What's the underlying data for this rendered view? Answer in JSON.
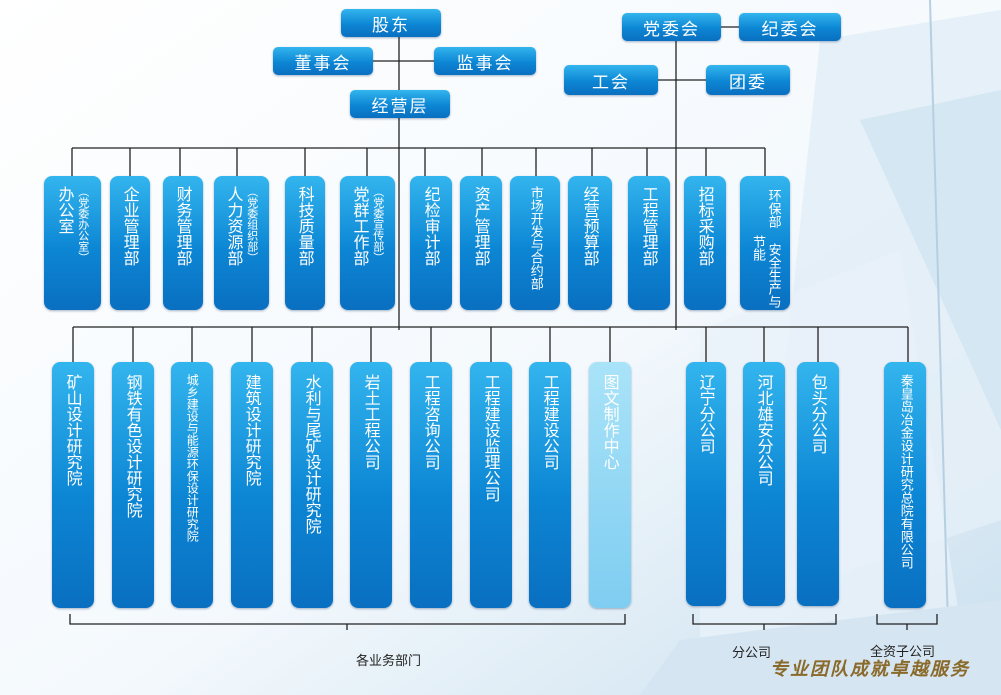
{
  "top": {
    "shareholders": "股东",
    "board": "董事会",
    "supervisors": "监事会",
    "management": "经营层",
    "party_committee": "党委会",
    "discipline_committee": "纪委会",
    "union": "工会",
    "youth_league": "团委"
  },
  "departments": [
    {
      "name": "办公室",
      "sub": "（党委办公室）"
    },
    {
      "name": "企业管理部",
      "sub": ""
    },
    {
      "name": "财务管理部",
      "sub": ""
    },
    {
      "name": "人力资源部",
      "sub": "（党委组织部）"
    },
    {
      "name": "科技质量部",
      "sub": ""
    },
    {
      "name": "党群工作部",
      "sub": "（党委宣传部）"
    },
    {
      "name": "纪检审计部",
      "sub": ""
    },
    {
      "name": "资产管理部",
      "sub": ""
    },
    {
      "name": "",
      "sub": "市场开发与合约部"
    },
    {
      "name": "经营预算部",
      "sub": ""
    },
    {
      "name": "工程管理部",
      "sub": ""
    },
    {
      "name": "招标采购部",
      "sub": ""
    },
    {
      "name": "",
      "sub": "环保部 安全生产与节能"
    }
  ],
  "business_units": [
    "矿山设计研究院",
    "钢铁有色设计研究院",
    "城乡建设与能源环保设计研究院",
    "建筑设计研究院",
    "水利与尾矿设计研究院",
    "岩土工程公司",
    "工程咨询公司",
    "工程建设监理公司",
    "工程建设公司",
    "图文制作中心"
  ],
  "branches": [
    "辽宁分公司",
    "河北雄安分公司",
    "包头分公司"
  ],
  "subsidiary": "秦皇岛冶金设计研究总院有限公司",
  "group_labels": {
    "business": "各业务部门",
    "branches": "分公司",
    "subsidiary": "全资子公司"
  },
  "slogan": "专业团队成就卓越服务",
  "colors": {
    "box_top": "#33b5ee",
    "box_bottom": "#0a6fc0",
    "line": "#222222"
  }
}
